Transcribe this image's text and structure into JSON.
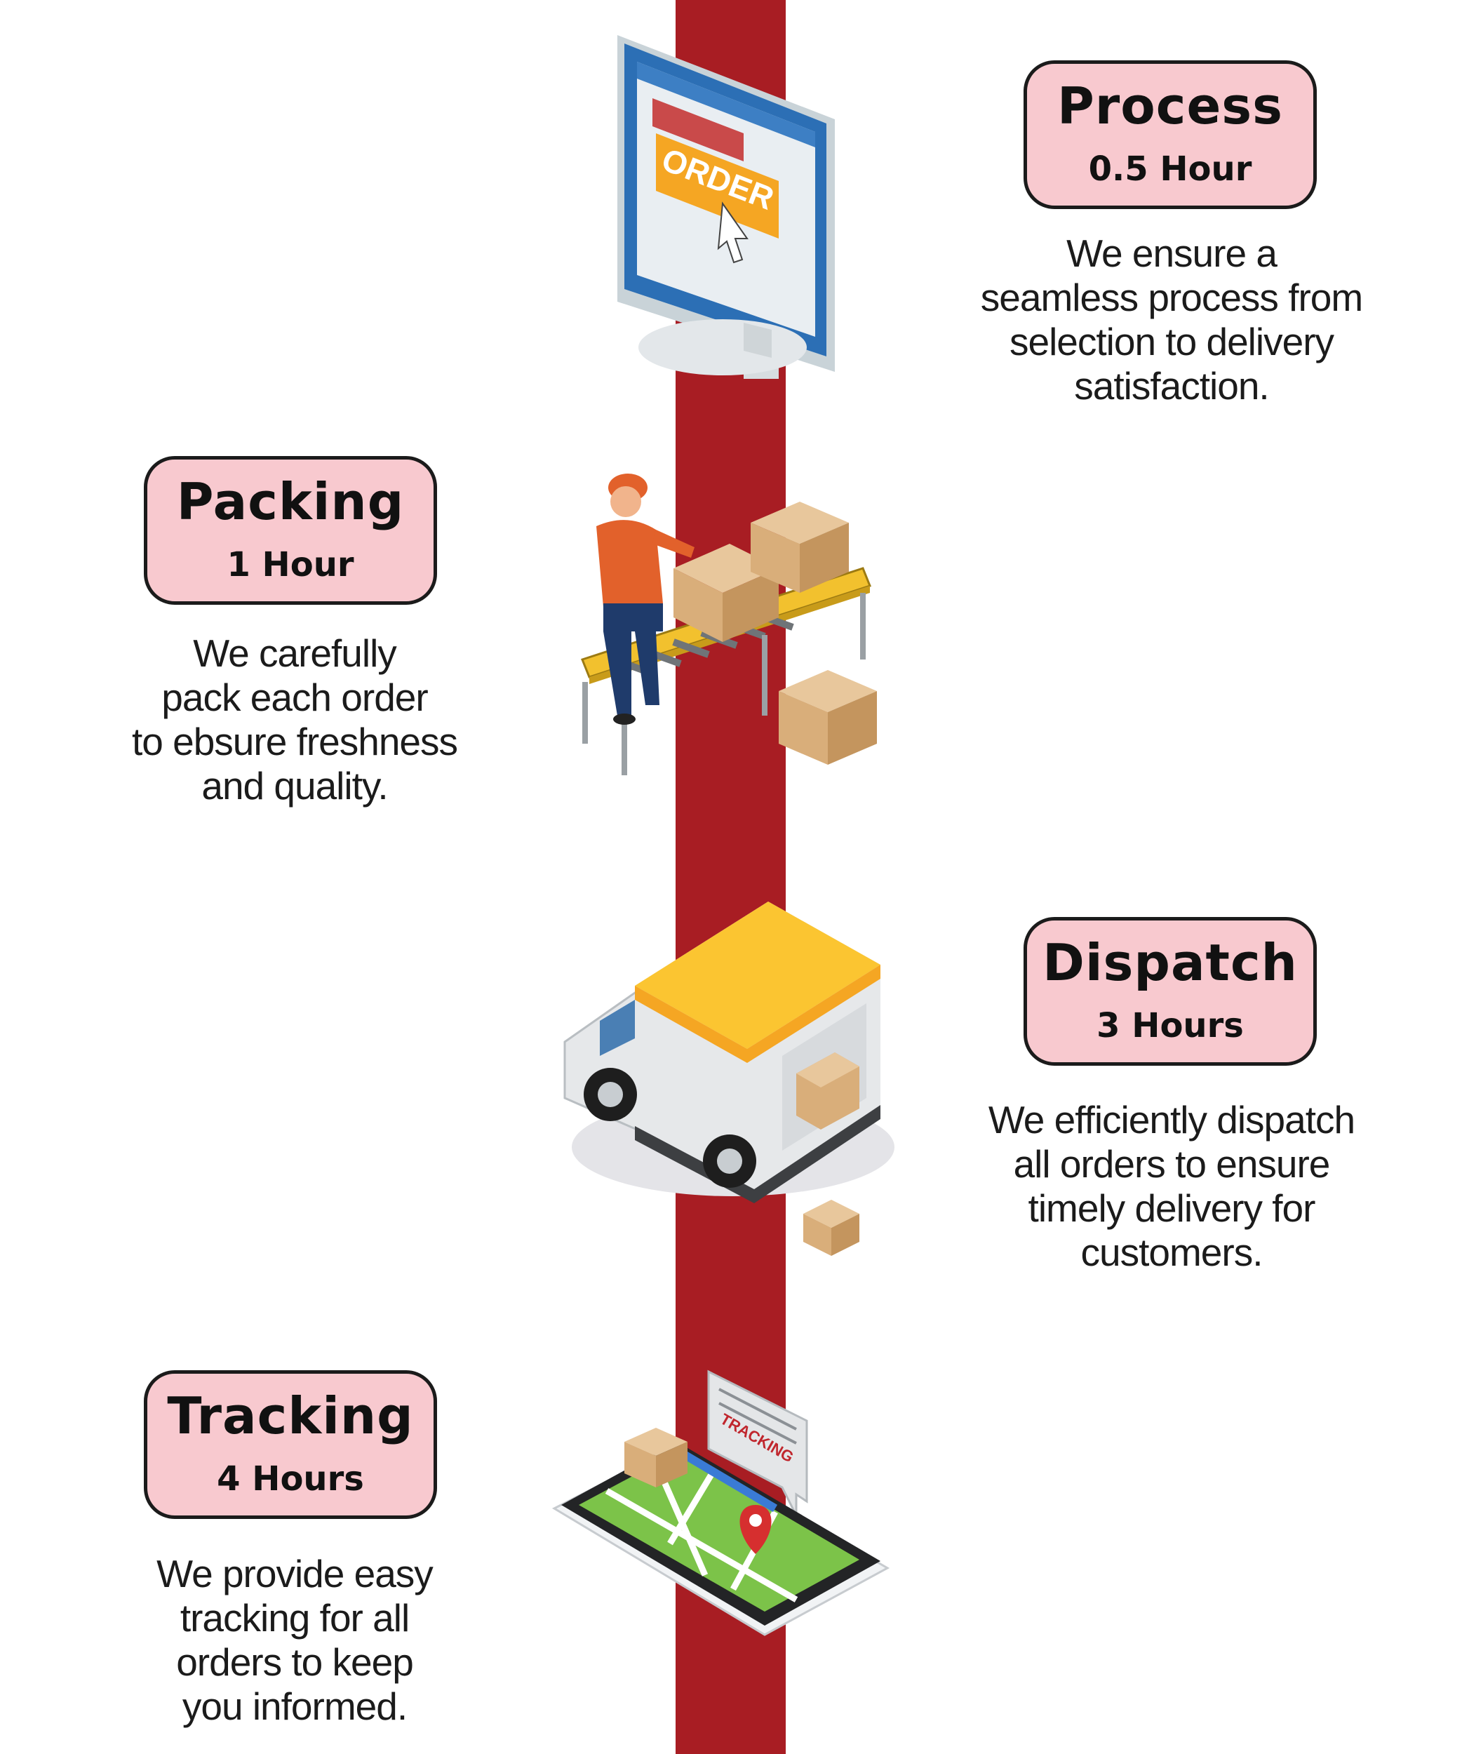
{
  "colors": {
    "timeline": "#a81d23",
    "badge_fill": "#f8c9cf",
    "badge_border": "#1b1b1b"
  },
  "steps": [
    {
      "title": "Process",
      "duration": "0.5 Hour",
      "description": [
        "We ensure a",
        "seamless process from",
        "selection to delivery",
        "satisfaction."
      ],
      "icon": "computer-order-icon",
      "screen_label": "ORDER"
    },
    {
      "title": "Packing",
      "duration": "1 Hour",
      "description": [
        "We carefully",
        "pack each order",
        "to ebsure freshness",
        "and quality."
      ],
      "icon": "packing-worker-icon"
    },
    {
      "title": "Dispatch",
      "duration": "3 Hours",
      "description": [
        "We efficiently dispatch",
        "all orders to ensure",
        "timely delivery for",
        "customers."
      ],
      "icon": "delivery-truck-icon"
    },
    {
      "title": "Tracking",
      "duration": "4 Hours",
      "description": [
        "We provide easy",
        "tracking for all",
        "orders to keep",
        "you informed."
      ],
      "icon": "phone-map-tracking-icon",
      "bubble_label": "TRACKING"
    }
  ]
}
